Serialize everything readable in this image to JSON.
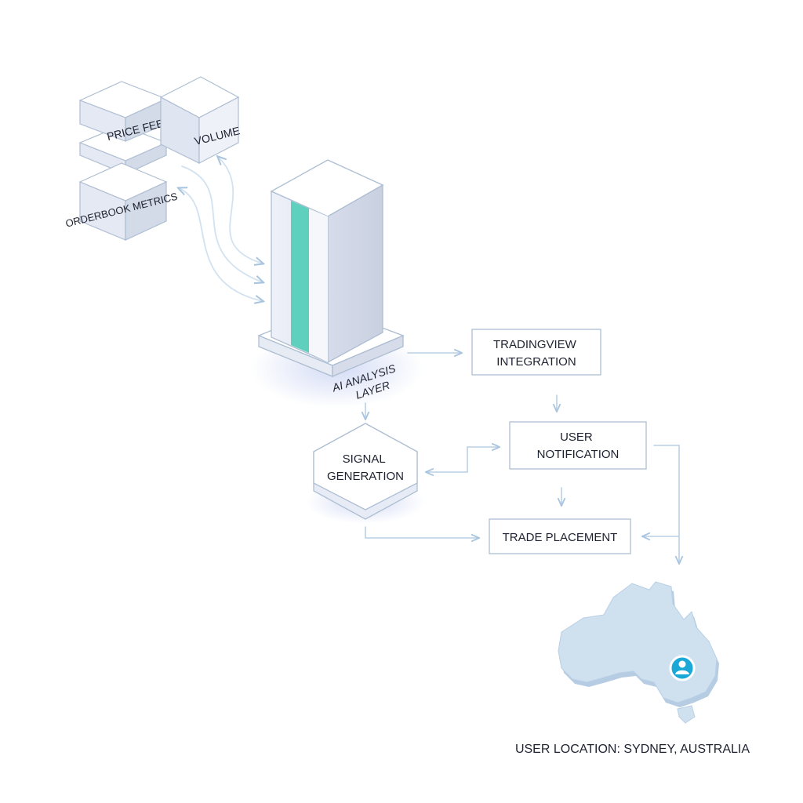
{
  "diagram": {
    "sources": {
      "price_feeds": "PRICE FEEDS",
      "volume": "VOLUME",
      "orderbook_metrics": "ORDERBOOK METRICS"
    },
    "ai_layer": {
      "label_line1": "AI ANALYSIS",
      "label_line2": "LAYER"
    },
    "nodes": {
      "tradingview_line1": "TRADINGVIEW",
      "tradingview_line2": "INTEGRATION",
      "notification_line1": "USER",
      "notification_line2": "NOTIFICATION",
      "signal_line1": "SIGNAL",
      "signal_line2": "GENERATION",
      "trade_placement": "TRADE PLACEMENT"
    },
    "location": {
      "caption": "USER LOCATION: SYDNEY, AUSTRALIA",
      "icon": "user-pin-icon"
    },
    "colors": {
      "accent": "#5fd0bd",
      "arrow": "#b9d0e6",
      "map": "#cfe0ef",
      "pin": "#1aa8d6"
    }
  }
}
